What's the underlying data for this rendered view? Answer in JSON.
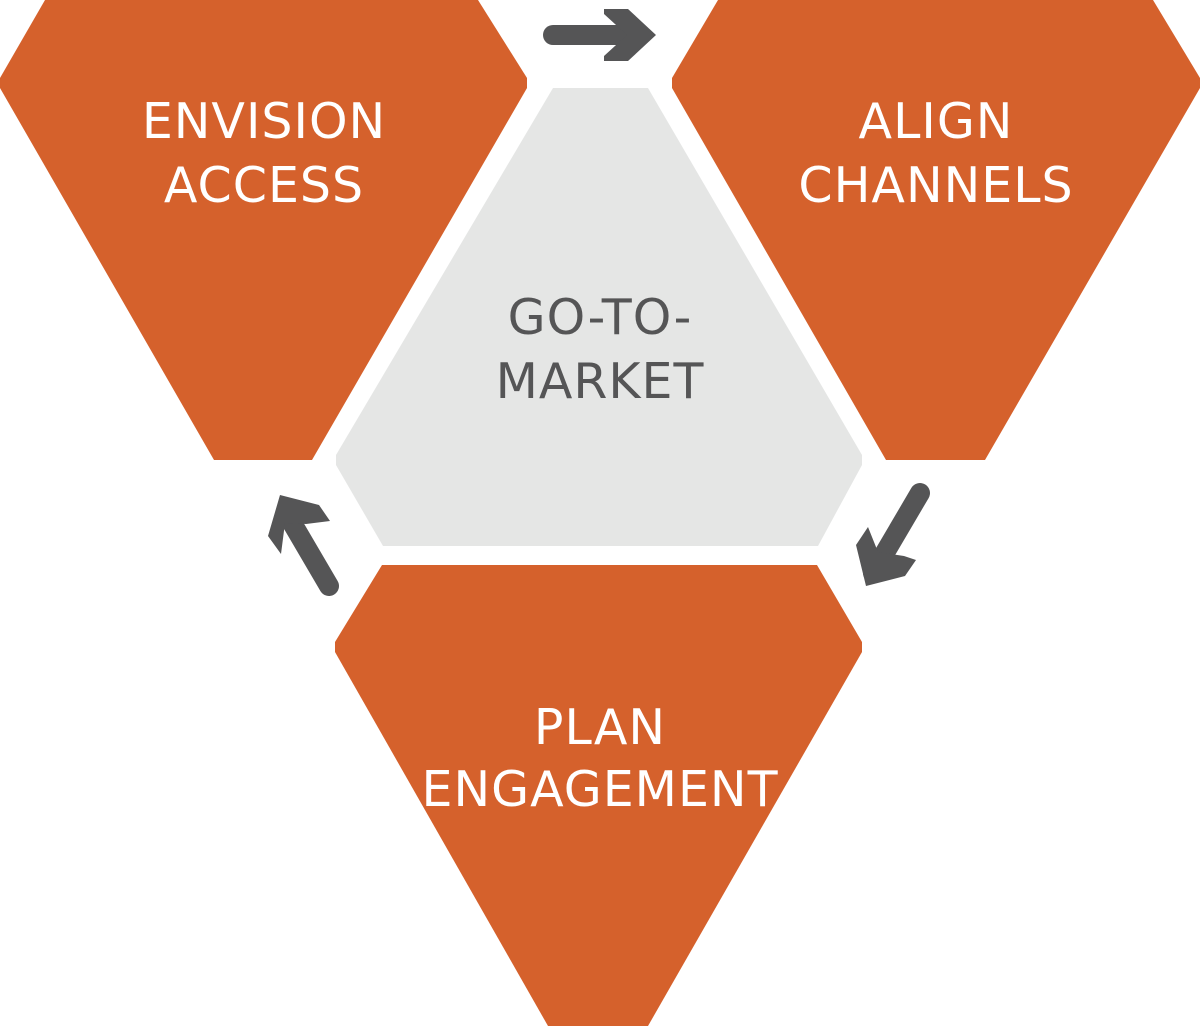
{
  "colors": {
    "accent": "#d5612c",
    "center_fill": "#e5e6e5",
    "arrow": "#555556",
    "label_light": "#ffffff",
    "label_dark": "#555556"
  },
  "steps": [
    {
      "line1": "ENVISION",
      "line2": "ACCESS"
    },
    {
      "line1": "ALIGN",
      "line2": "CHANNELS"
    },
    {
      "line1": "PLAN",
      "line2": "ENGAGEMENT"
    }
  ],
  "center": {
    "line1": "GO-TO-",
    "line2": "MARKET"
  },
  "arrows": [
    {
      "from": "ENVISION ACCESS",
      "to": "ALIGN CHANNELS",
      "icon": "arrow-right-icon"
    },
    {
      "from": "ALIGN CHANNELS",
      "to": "PLAN ENGAGEMENT",
      "icon": "arrow-down-left-icon"
    },
    {
      "from": "PLAN ENGAGEMENT",
      "to": "ENVISION ACCESS",
      "icon": "arrow-up-left-icon"
    }
  ]
}
